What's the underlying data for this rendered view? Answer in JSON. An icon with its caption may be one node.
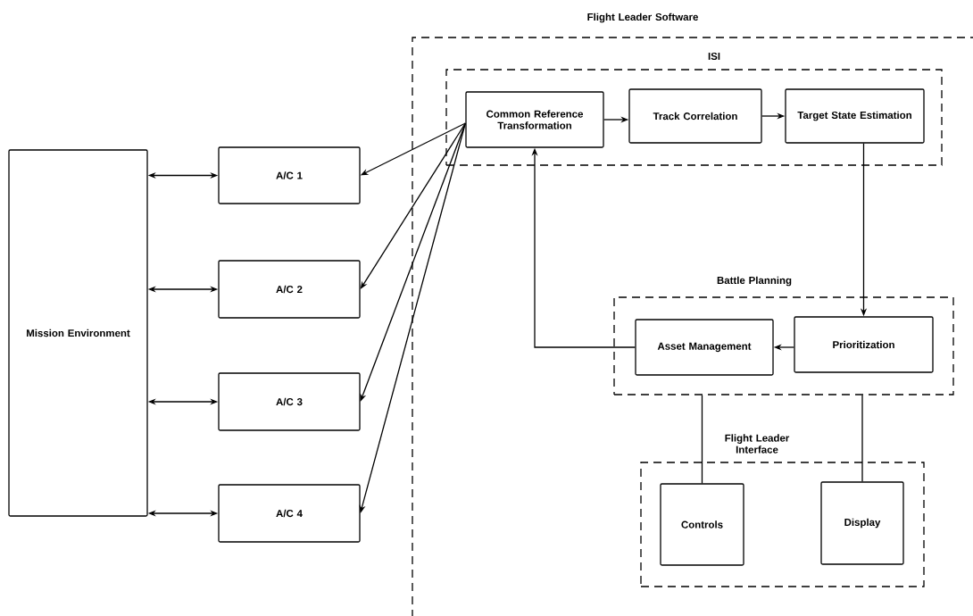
{
  "diagram": {
    "nodes": [
      {
        "text": [
          "Mission Environment"
        ]
      },
      {
        "text": [
          "A/C 1"
        ]
      },
      {
        "text": [
          "A/C 2"
        ]
      },
      {
        "text": [
          "A/C 3"
        ]
      },
      {
        "text": [
          "A/C 4"
        ]
      },
      {
        "text": [
          "Flight Leader Software"
        ]
      },
      {
        "text": [
          "ISI"
        ],
        "in": 5
      },
      {
        "text": [
          "Common Reference Transformation"
        ],
        "in": 6
      },
      {
        "text": [
          "Track Correlation"
        ],
        "in": 6
      },
      {
        "text": [
          "Target State Estimation"
        ],
        "in": 6
      },
      {
        "text": [
          "Battle Planning"
        ],
        "in": 5
      },
      {
        "text": [
          "Asset Management"
        ],
        "in": 10
      },
      {
        "text": [
          "Prioritization"
        ],
        "in": 10
      },
      {
        "text": [
          "Flight Leader Interface"
        ],
        "in": 5
      },
      {
        "text": [
          "Controls"
        ],
        "in": 13
      },
      {
        "text": [
          "Display"
        ],
        "in": 13
      }
    ],
    "edges": [
      {
        "from": 0,
        "to": 1,
        "arrow": "both"
      },
      {
        "from": 0,
        "to": 2,
        "arrow": "both"
      },
      {
        "from": 0,
        "to": 3,
        "arrow": "both"
      },
      {
        "from": 0,
        "to": 4,
        "arrow": "both"
      },
      {
        "from": 7,
        "to": 1,
        "arrow": "to"
      },
      {
        "from": 7,
        "to": 2,
        "arrow": "to"
      },
      {
        "from": 7,
        "to": 3,
        "arrow": "to"
      },
      {
        "from": 7,
        "to": 4,
        "arrow": "to"
      },
      {
        "from": 7,
        "to": 8,
        "arrow": "to"
      },
      {
        "from": 8,
        "to": 9,
        "arrow": "to"
      },
      {
        "from": 9,
        "to": 12,
        "arrow": "to"
      },
      {
        "from": 12,
        "to": 11,
        "arrow": "to"
      },
      {
        "from": 11,
        "to": 7,
        "arrow": "to"
      },
      {
        "from": 10,
        "to": 14,
        "arrow": "none"
      },
      {
        "from": 10,
        "to": 15,
        "arrow": "none"
      }
    ]
  }
}
